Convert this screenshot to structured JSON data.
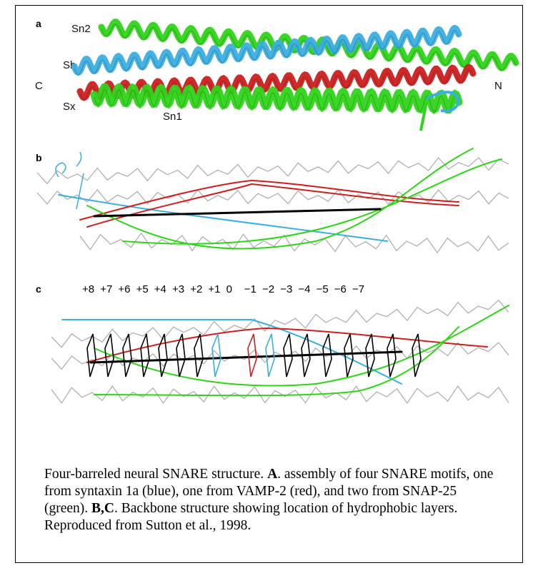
{
  "figure": {
    "panels": {
      "a": {
        "letter": "a",
        "labels": {
          "sn2": "Sn2",
          "sb": "Sb",
          "c": "C",
          "sx": "Sx",
          "sn1": "Sn1",
          "n": "N"
        }
      },
      "b": {
        "letter": "b"
      },
      "c": {
        "letter": "c",
        "layers": [
          "+8",
          "+7",
          "+6",
          "+5",
          "+4",
          "+3",
          "+2",
          "+1",
          "0",
          "−1",
          "−2",
          "−3",
          "−4",
          "−5",
          "−6",
          "−7"
        ]
      }
    },
    "colors": {
      "syntaxin": "#3aaee0",
      "vamp": "#cc1f1f",
      "snap25": "#2fd41a",
      "backbone": "#b0b0b0",
      "axis": "#000000"
    }
  },
  "caption": {
    "intro": "Four-barreled neural SNARE structure.  ",
    "label_a": "A",
    "text_a": ".  assembly of four SNARE motifs, one from syntaxin 1a (blue), one from VAMP-2 (red), and two from SNAP-25 (green). ",
    "label_bc": "B,C",
    "text_bc": ".  Backbone structure showing location of hydrophobic layers.  Reproduced from Sutton et al., 1998."
  }
}
